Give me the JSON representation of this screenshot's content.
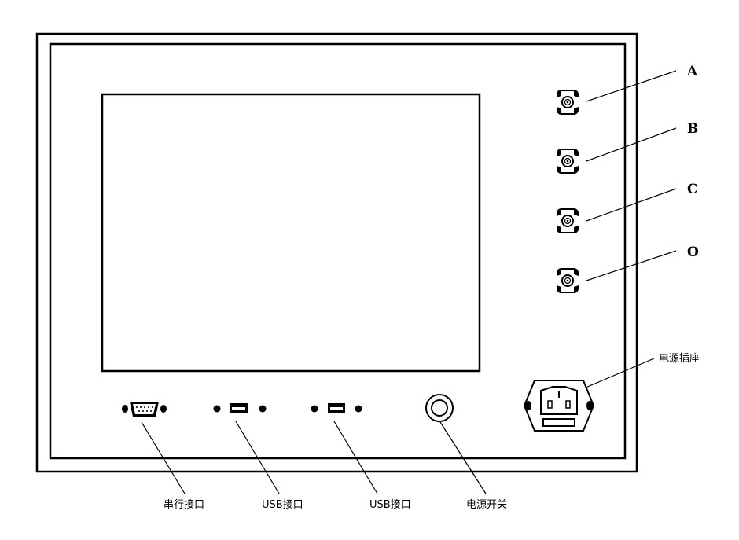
{
  "connector_labels": [
    "A",
    "B",
    "C",
    "O"
  ],
  "power_socket_label": "电源插座",
  "bottom_labels": {
    "serial": "串行接口",
    "usb1": "USB接口",
    "usb2": "USB接口",
    "power_switch": "电源开关"
  }
}
